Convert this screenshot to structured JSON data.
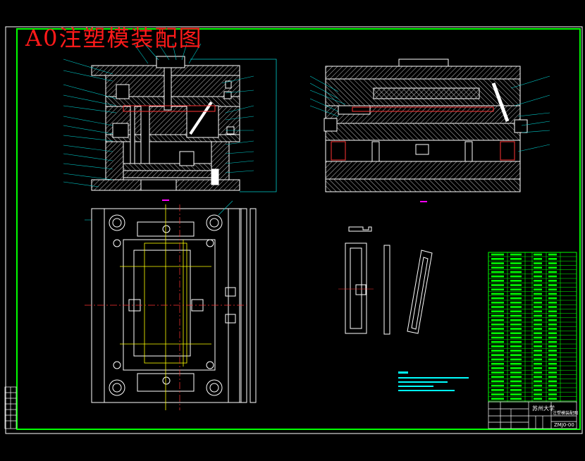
{
  "drawing": {
    "title": "A0注塑模装配图",
    "colors": {
      "background": "#000000",
      "outer_border": "#ffffff",
      "inner_border": "#00ff00",
      "title": "#ff1a1a",
      "lines": "#ffffff",
      "hatch": "#c8c8c8",
      "leaders": "#00cccc",
      "center_lines": "#ff3333",
      "hidden_lines": "#ffff00",
      "dimension": "#ff00ff",
      "table": "#00ff00",
      "notes": "#00ffff"
    },
    "title_block": {
      "school": "苏州大学",
      "drawing_name": "注塑模装配图",
      "drawing_code": "ZMJ0-00"
    }
  }
}
